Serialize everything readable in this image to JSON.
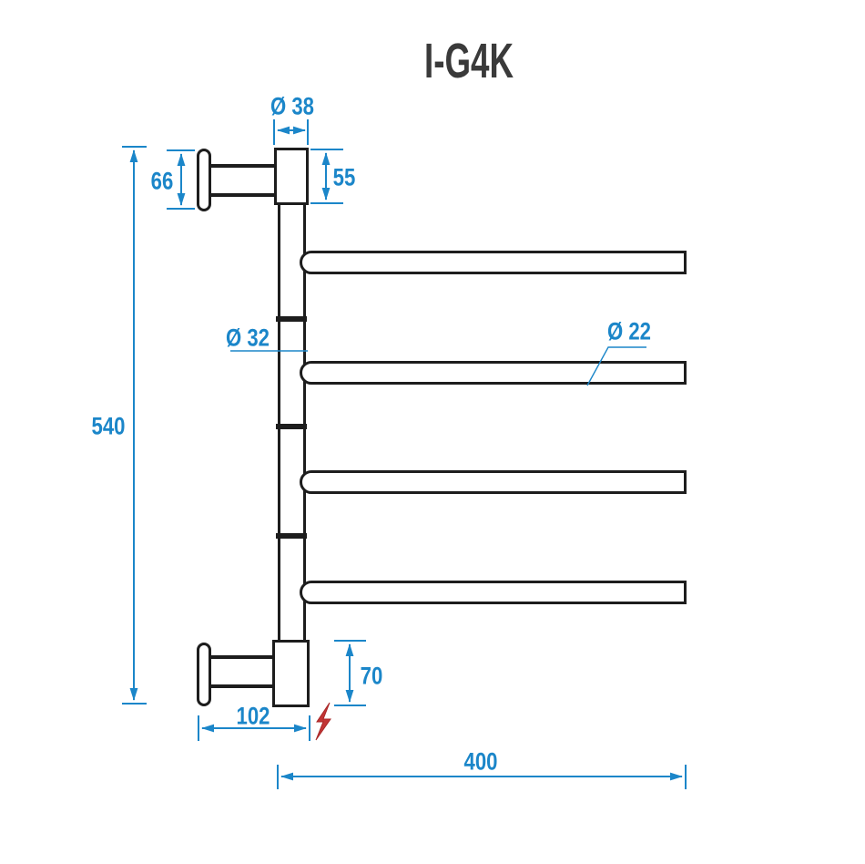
{
  "title": "I-G4K",
  "drawing": {
    "type": "technical-dimension-drawing",
    "subject": "wall-mounted heated towel rail with 4 swivel arms",
    "units": "mm",
    "labels": {
      "hub_diameter": "Ø 38",
      "hub_height_top": "55",
      "wall_plate_height": "66",
      "post_diameter": "Ø 32",
      "arm_diameter": "Ø 22",
      "overall_height": "540",
      "hub_height_bottom": "70",
      "wall_offset": "102",
      "arm_length": "400"
    },
    "values": {
      "hub_diameter_mm": 38,
      "hub_height_top_mm": 55,
      "wall_plate_height_mm": 66,
      "post_diameter_mm": 32,
      "arm_diameter_mm": 22,
      "overall_height_mm": 540,
      "hub_height_bottom_mm": 70,
      "wall_offset_mm": 102,
      "arm_length_mm": 400
    },
    "arm_count": 4,
    "icons": {
      "electric": "lightning-bolt-icon"
    },
    "colors": {
      "dimension_blue": "#1b86c9",
      "outline_black": "#1d1d1d",
      "flash_red": "#c23535",
      "background": "#ffffff"
    }
  }
}
